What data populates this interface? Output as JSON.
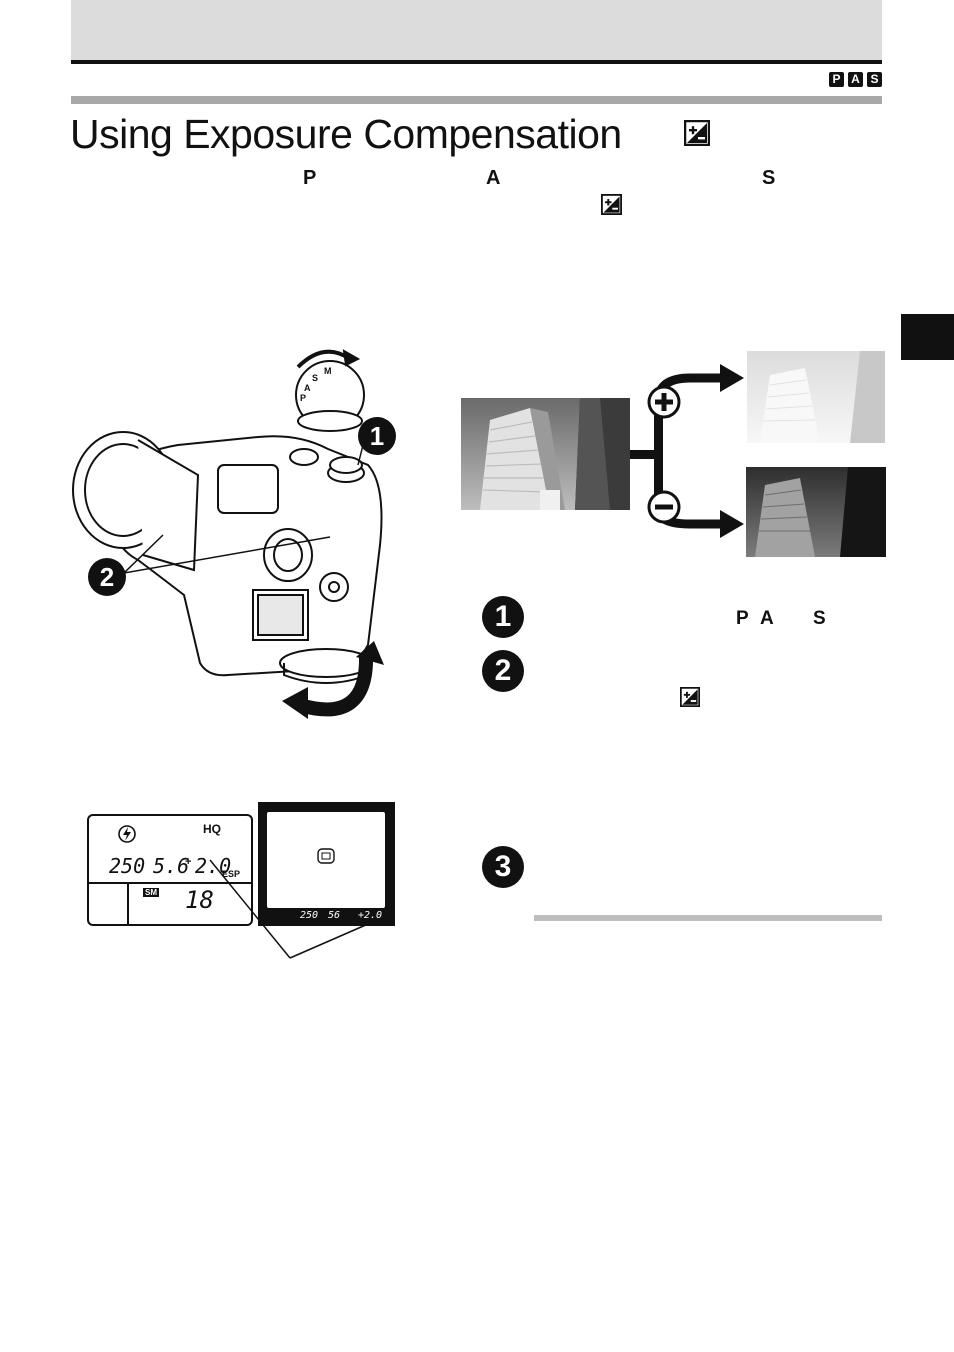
{
  "header": {
    "modes": [
      "P",
      "A",
      "S"
    ]
  },
  "title": {
    "text": "Using Exposure Compensation",
    "icon": "exposure-compensation-icon"
  },
  "intro": {
    "mode_p": "P",
    "mode_a": "A",
    "mode_s": "S",
    "icon": "exposure-compensation-icon"
  },
  "diagram": {
    "plus_symbol": "+",
    "minus_symbol": "−",
    "plus_label": "plus-icon",
    "minus_label": "minus-icon"
  },
  "camera": {
    "dial_modes": [
      "M",
      "S",
      "A",
      "P"
    ],
    "callout_1": "1",
    "callout_2": "2"
  },
  "steps": [
    {
      "number": "1",
      "modes": [
        "P",
        "A",
        "S"
      ]
    },
    {
      "number": "2",
      "icon": "exposure-compensation-icon"
    },
    {
      "number": "3"
    }
  ],
  "lcd": {
    "quality": "HQ",
    "shutter": "250",
    "aperture": "5.6",
    "compensation": "2.0",
    "compensation_sign": "+",
    "metering": "ESP",
    "mode_badge": "SM",
    "frames": "18"
  },
  "viewfinder": {
    "readout_shutter": "250",
    "readout_aperture": "56",
    "readout_compensation": "+2.0"
  }
}
